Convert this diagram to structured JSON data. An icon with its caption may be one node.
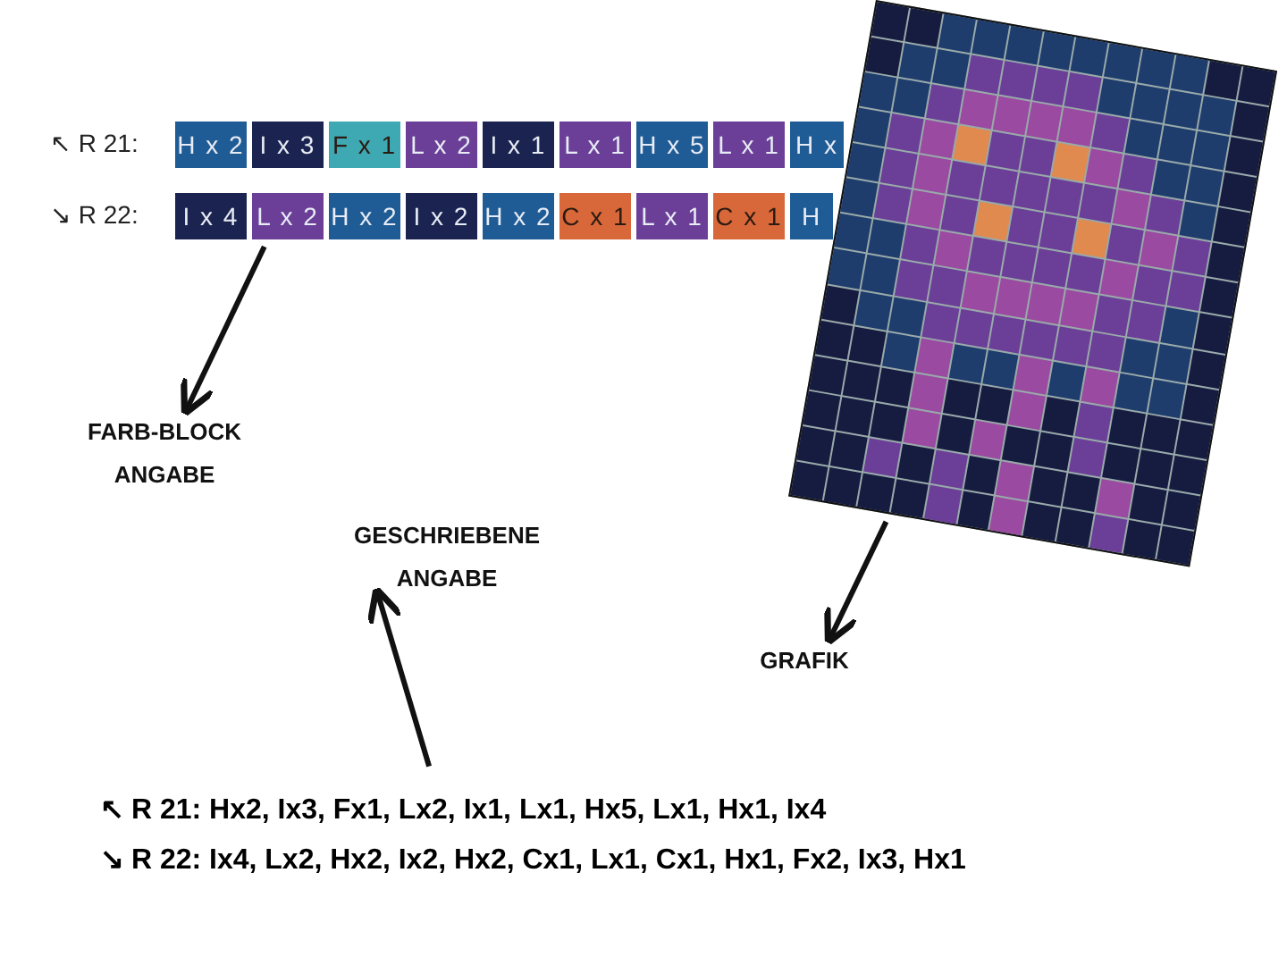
{
  "diagram": {
    "nodes": [
      {
        "text": [
          "↖ R 21:",
          "↘ R 22:"
        ]
      },
      {
        "text": [
          "H x 2"
        ],
        "in": 0
      },
      {
        "text": [
          "I x 3"
        ],
        "in": 0
      },
      {
        "text": [
          "F x 1"
        ],
        "in": 0
      },
      {
        "text": [
          "L x 2"
        ],
        "in": 0
      },
      {
        "text": [
          "I x 1"
        ],
        "in": 0
      },
      {
        "text": [
          "L x 1"
        ],
        "in": 0
      },
      {
        "text": [
          "H x 5"
        ],
        "in": 0
      },
      {
        "text": [
          "L x 1"
        ],
        "in": 0
      },
      {
        "text": [
          "H x"
        ],
        "in": 0
      },
      {
        "text": [
          "I x 4"
        ],
        "in": 0
      },
      {
        "text": [
          "L x 2"
        ],
        "in": 0
      },
      {
        "text": [
          "H x 2"
        ],
        "in": 0
      },
      {
        "text": [
          "I x 2"
        ],
        "in": 0
      },
      {
        "text": [
          "H x 2"
        ],
        "in": 0
      },
      {
        "text": [
          "C x 1"
        ],
        "in": 0
      },
      {
        "text": [
          "L x 1"
        ],
        "in": 0
      },
      {
        "text": [
          "C x 1"
        ],
        "in": 0
      },
      {
        "text": [
          "H"
        ],
        "in": 0
      },
      {
        "text": [],
        "shape": "picture"
      },
      {
        "text": [
          "FARB-BLOCK ANGABE"
        ]
      },
      {
        "text": [
          "GESCHRIEBENE ANGABE"
        ]
      },
      {
        "text": [
          "GRAFIK"
        ]
      },
      {
        "text": [
          "↖ R 21: Hx2, Ix3, Fx1, Lx2, Ix1, Lx1, Hx5, Lx1, Hx1, Ix4",
          "↘ R 22: Ix4, Lx2, Hx2, Ix2, Hx2, Cx1, Lx1, Cx1, Hx1, Fx2, Ix3, Hx1"
        ]
      }
    ],
    "edges": [
      {
        "from": 0,
        "to": 20,
        "arrow": "to"
      },
      {
        "from": 23,
        "to": 21,
        "arrow": "to"
      },
      {
        "from": 19,
        "to": 22,
        "arrow": "to"
      }
    ]
  }
}
